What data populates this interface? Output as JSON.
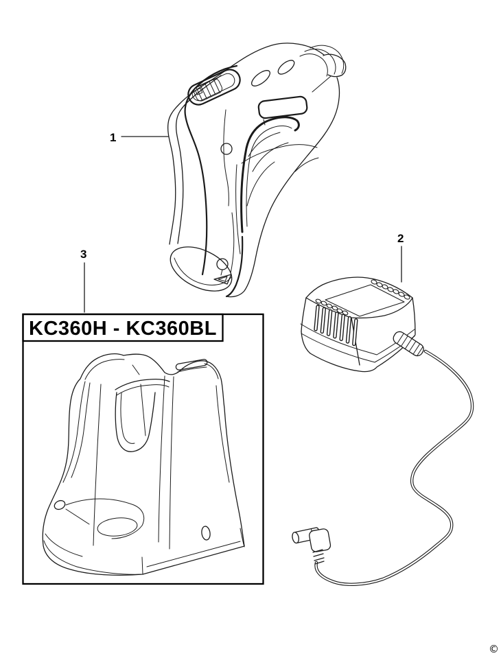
{
  "page": {
    "background_color": "#ffffff",
    "line_color": "#1a1a1a"
  },
  "title_box": {
    "label": "KC360H - KC360BL"
  },
  "callouts": {
    "screwdriver": {
      "number": "1",
      "target": "cordless-screwdriver"
    },
    "adapter": {
      "number": "2",
      "target": "charger-adapter-with-cable"
    },
    "base": {
      "number": "3",
      "target": "charging-base-stand"
    }
  },
  "footer": {
    "copyright": "©"
  }
}
